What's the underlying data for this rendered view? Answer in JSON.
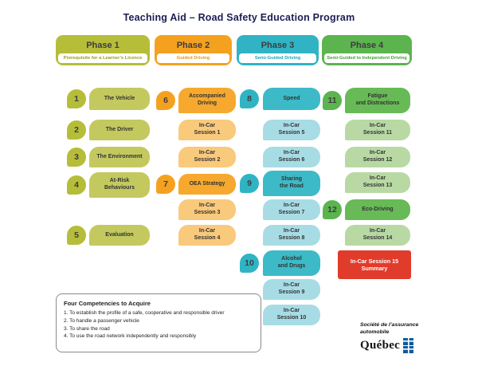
{
  "title": "Teaching Aid – Road Safety Education Program",
  "phases": [
    {
      "title": "Phase 1",
      "subtitle": "Prerequisite for a Learner’s Licence",
      "items": [
        {
          "num": "1",
          "label": "The Vehicle"
        },
        {
          "num": "2",
          "label": "The Driver"
        },
        {
          "num": "3",
          "label": "The Environment"
        },
        {
          "num": "4",
          "label": "At-Risk\nBehaviours"
        },
        {
          "num": "5",
          "label": "Evaluation"
        }
      ]
    },
    {
      "title": "Phase 2",
      "subtitle": "Guided Driving",
      "items": [
        {
          "num": "6",
          "label": "Accompanied\nDriving"
        },
        {
          "label": "In-Car\nSession 1"
        },
        {
          "label": "In-Car\nSession 2"
        },
        {
          "num": "7",
          "label": "OEA Strategy"
        },
        {
          "label": "In-Car\nSession 3"
        },
        {
          "label": "In-Car\nSession 4"
        }
      ]
    },
    {
      "title": "Phase 3",
      "subtitle": "Semi-Guided Driving",
      "items": [
        {
          "num": "8",
          "label": "Speed"
        },
        {
          "label": "In-Car\nSession 5"
        },
        {
          "label": "In-Car\nSession 6"
        },
        {
          "num": "9",
          "label": "Sharing\nthe Road"
        },
        {
          "label": "In-Car\nSession 7"
        },
        {
          "label": "In-Car\nSession 8"
        },
        {
          "num": "10",
          "label": "Alcohol\nand Drugs"
        },
        {
          "label": "In-Car\nSession 9"
        },
        {
          "label": "In-Car\nSession 10"
        }
      ]
    },
    {
      "title": "Phase 4",
      "subtitle": "Semi-Guided to Independent Driving",
      "items": [
        {
          "num": "11",
          "label": "Fatigue\nand Distractions"
        },
        {
          "label": "In-Car\nSession 11"
        },
        {
          "label": "In-Car\nSession 12"
        },
        {
          "label": "In-Car\nSession 13"
        },
        {
          "num": "12",
          "label": "Eco-Driving"
        },
        {
          "label": "In-Car\nSession 14"
        }
      ]
    }
  ],
  "summary_item": {
    "label": "In-Car Session 15\nSummary"
  },
  "competencies": {
    "title": "Four Competencies to Acquire",
    "items": [
      "1.  To establish the profile of a safe, cooperative and responsible driver",
      "2.  To handle a passenger vehicle",
      "3.  To share the road",
      "4.  To use the road network independently and responsibly"
    ]
  },
  "logo": {
    "org_line1": "Société de l’assurance",
    "org_line2": "automobile",
    "wordmark": "Québec"
  },
  "colors": {
    "phase1": "#b6bd39",
    "phase2": "#f5a120",
    "phase2_light": "#f9c97c",
    "phase3": "#30b4c4",
    "phase3_light": "#a7dce5",
    "phase4": "#5cb44f",
    "phase4_light": "#b8d9a4",
    "summary_red": "#e13b2b",
    "title_text": "#1d1d55",
    "flag_blue": "#0c5c9e"
  }
}
